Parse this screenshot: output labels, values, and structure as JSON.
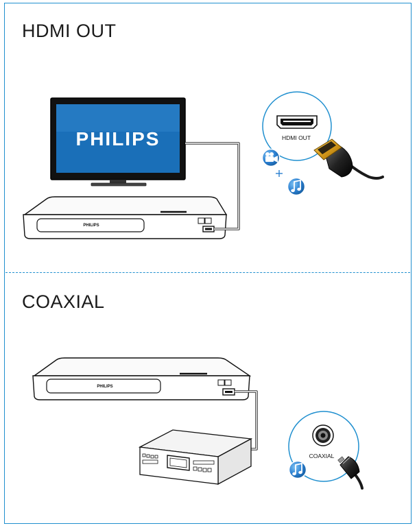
{
  "sections": {
    "hdmi": {
      "title": "HDMI OUT",
      "port_label": "HDMI OUT"
    },
    "coaxial": {
      "title": "COAXIAL",
      "port_label": "COAXIAL"
    }
  },
  "tv": {
    "brand": "PHILIPS"
  },
  "player": {
    "brand": "PHILIPS"
  },
  "colors": {
    "border": "#1f8fcf",
    "tv_screen": "#1a6fb8",
    "icon_blue": "#2b7fd0",
    "plug_gold": "#e0a526"
  },
  "icons": [
    "video-camera-icon",
    "music-note-icon",
    "plus-icon"
  ]
}
